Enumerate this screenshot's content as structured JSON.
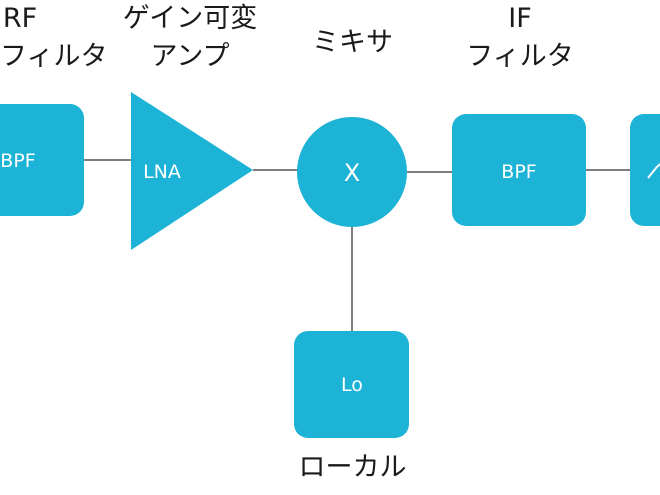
{
  "labels": {
    "rf_filter": [
      "RF",
      "フィルタ"
    ],
    "vga": [
      "ゲイン可変",
      "アンプ"
    ],
    "mixer": "ミキサ",
    "if_filter": [
      "IF",
      "フィルタ"
    ],
    "local": "ローカル"
  },
  "blocks": {
    "rf_bpf": "BPF",
    "lna": "LNA",
    "mixer": "X",
    "if_bpf": "BPF",
    "lo": "Lo"
  },
  "colors": {
    "block_fill": "#1db3d6",
    "block_text": "#ffffff",
    "wire": "#555555",
    "label_text": "#1a1a1a"
  }
}
